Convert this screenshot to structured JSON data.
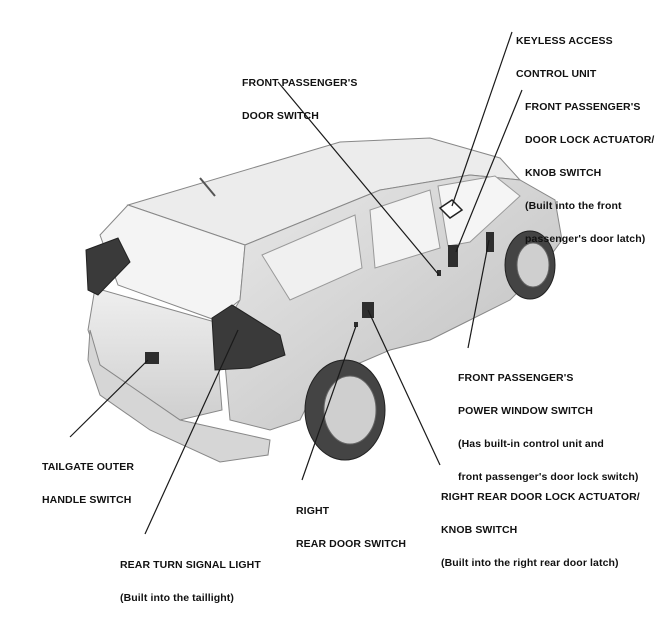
{
  "labels": {
    "keyless_access": [
      "KEYLESS ACCESS",
      "CONTROL UNIT"
    ],
    "front_pass_door_switch": [
      "FRONT PASSENGER'S",
      "DOOR SWITCH"
    ],
    "front_pass_lock_actuator": [
      "FRONT PASSENGER'S",
      "DOOR LOCK ACTUATOR/",
      "KNOB SWITCH",
      "(Built into the front",
      "passenger's door latch)"
    ],
    "front_pass_power_window": [
      "FRONT PASSENGER'S",
      "POWER WINDOW SWITCH",
      "(Has built-in control unit and",
      "front passenger's door lock switch)"
    ],
    "tailgate_outer": [
      "TAILGATE OUTER",
      "HANDLE SWITCH"
    ],
    "right_rear_door_switch": [
      "RIGHT",
      "REAR DOOR SWITCH"
    ],
    "right_rear_lock_actuator": [
      "RIGHT REAR DOOR LOCK ACTUATOR/",
      "KNOB SWITCH",
      "(Built into the right rear door latch)"
    ],
    "rear_turn_signal": [
      "REAR TURN SIGNAL LIGHT",
      "(Built into the taillight)"
    ]
  },
  "colors": {
    "body_fill": "#e4e4e4",
    "body_shade": "#c9c9c9",
    "glass": "#f2f2f2",
    "dark": "#3a3a3a",
    "line": "#1a1a1a"
  }
}
